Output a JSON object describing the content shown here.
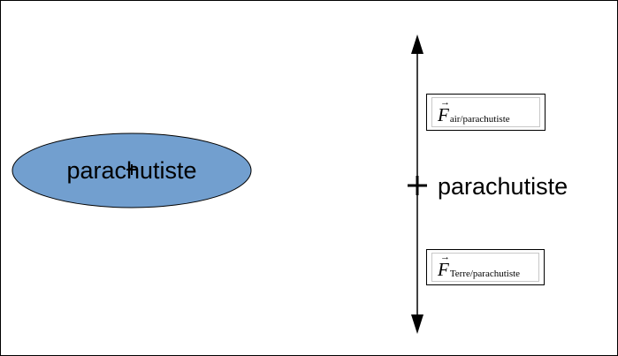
{
  "ellipse": {
    "label": "parachutiste",
    "fill": "#729fcf",
    "stroke": "#000000"
  },
  "point": {
    "label": "parachutiste"
  },
  "forces": {
    "air": {
      "symbol": "F",
      "arrow": "→",
      "subscript": "air/parachutiste"
    },
    "terre": {
      "symbol": "F",
      "arrow": "→",
      "subscript": "Terre/parachutiste"
    }
  }
}
